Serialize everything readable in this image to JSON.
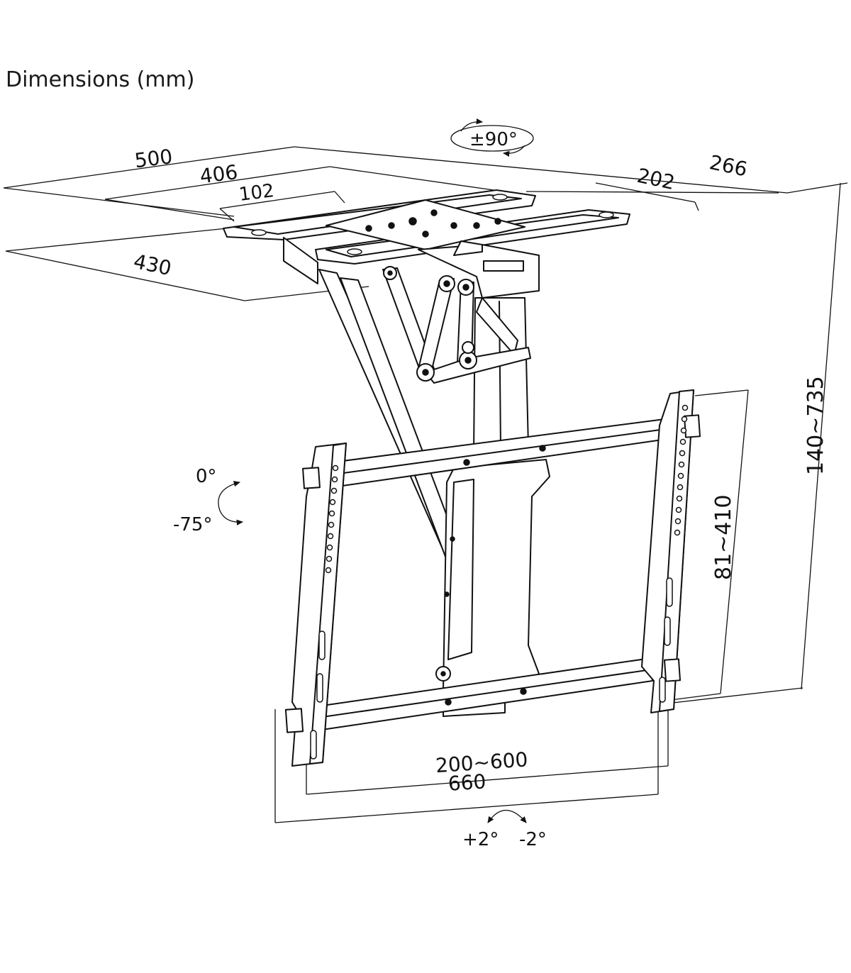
{
  "title": "Dimensions (mm)",
  "dimensions": {
    "ceiling_plate_length": "500",
    "ceiling_slot_span": "406",
    "ceiling_center_width": "102",
    "ceiling_depth": "430",
    "arm_width": "266",
    "arm_slot_span": "202",
    "drop_height": "140~735",
    "vesa_vertical": "81~410",
    "vesa_horizontal": "200~600",
    "bracket_width": "660"
  },
  "rotation": {
    "swivel": "±90°",
    "tilt_top": "0°",
    "tilt_bottom": "-75°",
    "level_plus": "+2°",
    "level_minus": "-2°"
  }
}
